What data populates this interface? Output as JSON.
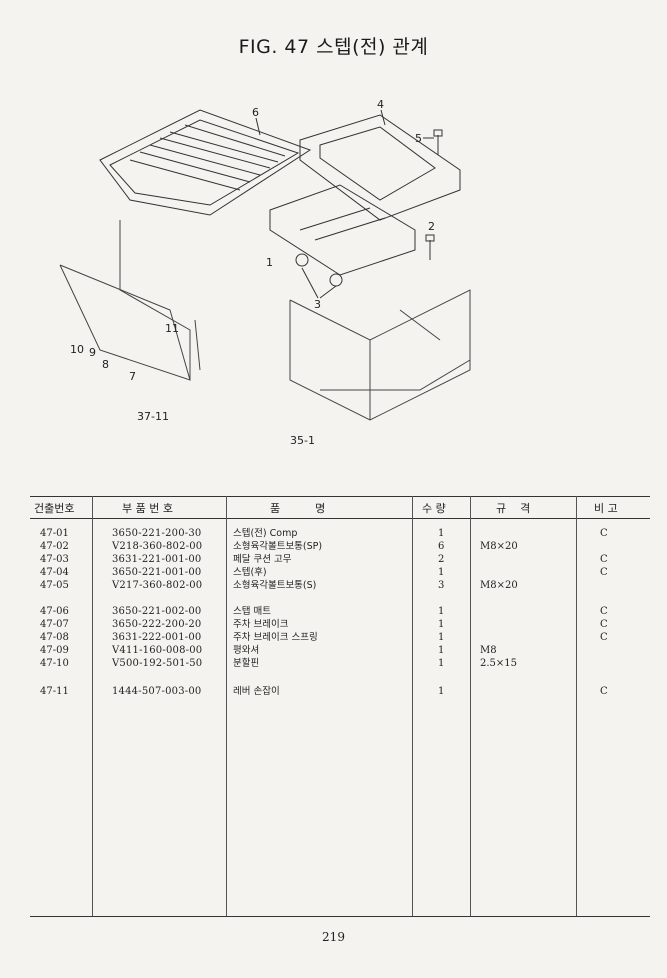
{
  "title": "FIG. 47 스텝(전) 관계",
  "figure": {
    "callouts": [
      "6",
      "4",
      "5",
      "2",
      "1",
      "3",
      "11",
      "10",
      "9",
      "8",
      "7",
      "37-11",
      "35-1"
    ]
  },
  "table": {
    "headers": {
      "no": "건출번호",
      "part": "부 품 번 호",
      "name": "품          명",
      "qty": "수 량",
      "spec": "규    격",
      "note": "비 고"
    },
    "rows": [
      {
        "no": "47-01",
        "part": "3650-221-200-30",
        "name": "스텝(전) Comp",
        "qty": "1",
        "spec": "",
        "note": "C"
      },
      {
        "no": "47-02",
        "part": "V218-360-802-00",
        "name": "소형육각볼트보통(SP)",
        "qty": "6",
        "spec": "M8×20",
        "note": ""
      },
      {
        "no": "47-03",
        "part": "3631-221-001-00",
        "name": "페달 쿠션 고무",
        "qty": "2",
        "spec": "",
        "note": "C"
      },
      {
        "no": "47-04",
        "part": "3650-221-001-00",
        "name": "스텝(후)",
        "qty": "1",
        "spec": "",
        "note": "C"
      },
      {
        "no": "47-05",
        "part": "V217-360-802-00",
        "name": "소형육각볼트보통(S)",
        "qty": "3",
        "spec": "M8×20",
        "note": ""
      },
      {
        "no": "47-06",
        "part": "3650-221-002-00",
        "name": "스탭 매트",
        "qty": "1",
        "spec": "",
        "note": "C"
      },
      {
        "no": "47-07",
        "part": "3650-222-200-20",
        "name": "주차 브레이크",
        "qty": "1",
        "spec": "",
        "note": "C"
      },
      {
        "no": "47-08",
        "part": "3631-222-001-00",
        "name": "주차 브레이크 스프링",
        "qty": "1",
        "spec": "",
        "note": "C"
      },
      {
        "no": "47-09",
        "part": "V411-160-008-00",
        "name": "평와셔",
        "qty": "1",
        "spec": "M8",
        "note": ""
      },
      {
        "no": "47-10",
        "part": "V500-192-501-50",
        "name": "분할핀",
        "qty": "1",
        "spec": "2.5×15",
        "note": ""
      },
      {
        "no": "47-11",
        "part": "1444-507-003-00",
        "name": "레버 손잡이",
        "qty": "1",
        "spec": "",
        "note": "C"
      }
    ]
  },
  "page_number": "219"
}
